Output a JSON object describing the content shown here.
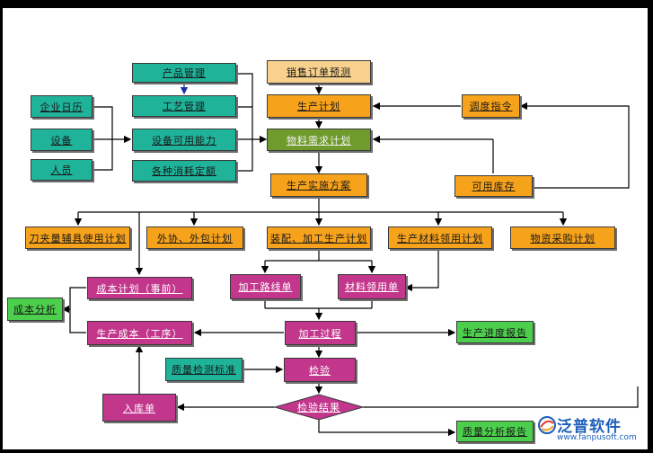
{
  "nodes": {
    "product_mgmt": "产品管理",
    "process_mgmt": "工艺管理",
    "enterprise_calendar": "企业日历",
    "equipment": "设备",
    "equipment_capacity": "设备可用能力",
    "personnel": "人员",
    "consumption_quota": "各种消耗定额",
    "sales_forecast": "销售订单预测",
    "production_plan": "生产计划",
    "material_plan": "物料需求计划",
    "dispatch_order": "调度指令",
    "available_stock": "可用库存",
    "production_scheme": "生产实施方案",
    "tooling_plan": "刀夹量辅具使用计划",
    "outsourcing_plan": "外协、外包计划",
    "assembly_plan": "装配、加工生产计划",
    "material_requisition_plan": "生产材料领用计划",
    "purchase_plan": "物资采购计划",
    "cost_plan": "成本计划（事前）",
    "cost_analysis": "成本分析",
    "routing_sheet": "加工路线单",
    "material_requisition": "材料领用单",
    "production_cost": "生产成本（工序）",
    "machining_process": "加工过程",
    "progress_report": "生产进度报告",
    "qc_standard": "质量检测标准",
    "inspection": "检验",
    "inbound_order": "入库单",
    "inspection_result": "检验结果",
    "quality_report": "质量分析报告"
  },
  "logo": {
    "name": "泛普软件",
    "url": "www.fanpusoft.com"
  },
  "colors": {
    "teal": "#1fb39a",
    "orange": "#f7a21b",
    "olive": "#6f9a2c",
    "peach": "#f8d28c",
    "magenta": "#c2368c",
    "green": "#4ccf4c",
    "logo_blue": "#1d5fb8"
  }
}
